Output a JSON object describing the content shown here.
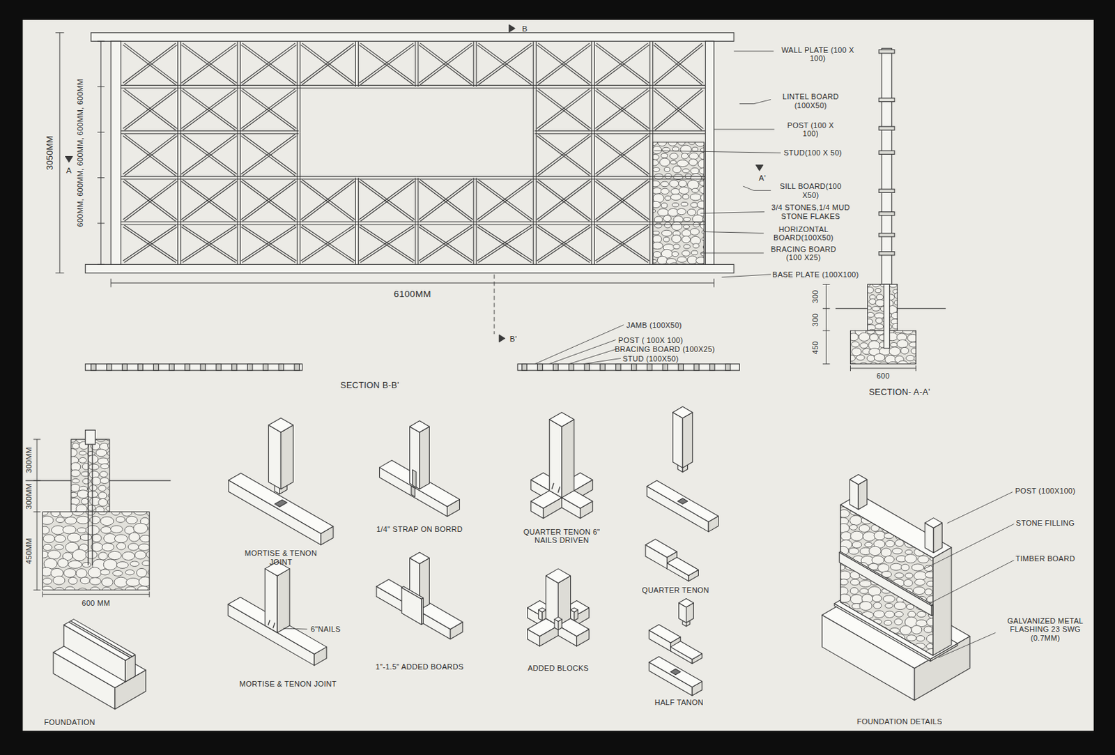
{
  "diagram": {
    "labels": [
      "B",
      "WALL PLATE (100 X 100)",
      "LINTEL BOARD (100X50)",
      "POST (100 X 100)",
      "STUD(100 X 50)",
      "A'",
      "SILL BOARD(100 X50)",
      "3/4 STONES,1/4 MUD STONE FLAKES",
      "HORIZONTAL BOARD(100X50)",
      "BRACING BOARD (100 X25)",
      "BASE PLATE (100X100)",
      "3050MM",
      "A",
      "600MM, 600MM, 600MM, 600MM, 600MM",
      "6100MM",
      "B'",
      "JAMB (100X50)",
      "POST ( 100X 100)",
      "BRACING BOARD (100X25)",
      "STUD (100X50)",
      "SECTION B-B'",
      "300",
      "300",
      "450",
      "600",
      "SECTION- A-A'",
      "300MM",
      "300MM",
      "450MM",
      "600 MM",
      "FOUNDATION",
      "MORTISE & TENON JOINT",
      "1/4\" STRAP ON BORRD",
      "QUARTER TENON 6\" NAILS DRIVEN",
      "QUARTER TENON",
      "6\"NAILS",
      "MORTISE & TENON JOINT",
      "1\"-1.5\" ADDED BOARDS",
      "ADDED BLOCKS",
      "HALF TANON",
      "POST (100X100)",
      "STONE FILLING",
      "TIMBER BOARD",
      "GALVANIZED METAL FLASHING 23 SWG (0.7MM)",
      "FOUNDATION DETAILS"
    ]
  }
}
